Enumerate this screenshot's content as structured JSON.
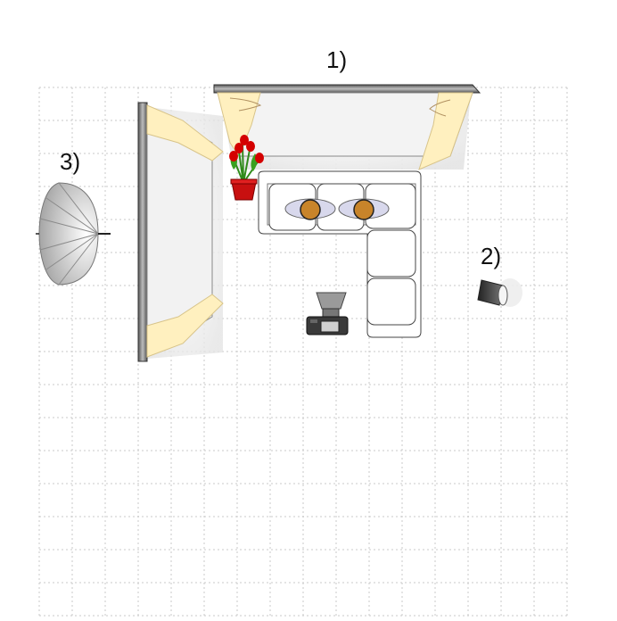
{
  "labels": {
    "light_1": "1)",
    "light_2": "2)",
    "light_3": "3)"
  },
  "colors": {
    "grid": "#c8c8c8",
    "softbox_glow": "#fff3c4",
    "flower_red": "#d40000",
    "pot_red": "#c81010",
    "cushion": "#c8842a",
    "pillow": "#d8d8ec"
  },
  "icons": {
    "light_1": "strip-softbox-icon",
    "light_2": "spotlight-icon",
    "light_3": "umbrella-icon",
    "flowers": "potted-tulips-icon",
    "camera": "camera-icon",
    "sofa": "corner-sofa-icon"
  }
}
